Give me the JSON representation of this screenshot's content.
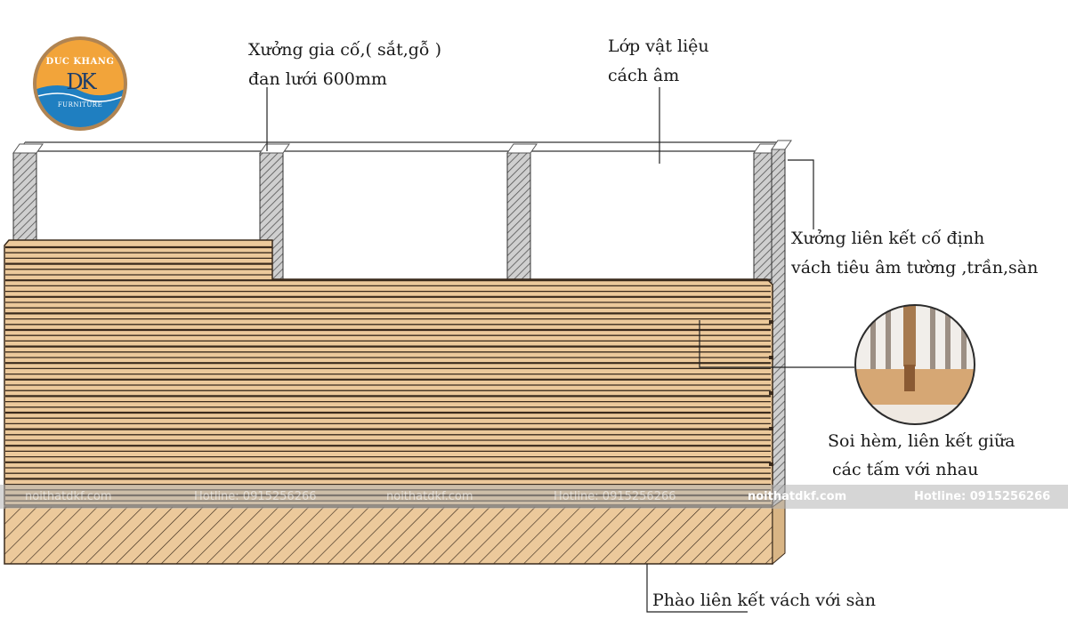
{
  "logo": {
    "name": "DUC KHANG",
    "monogram": "DK",
    "tagline": "FURNITURE"
  },
  "labels": {
    "reinforcement_frame": [
      "Xưởng gia cố,( sắt,gỗ )",
      "đan lưới 600mm"
    ],
    "sound_layer": [
      "Lớp vật liệu",
      "cách âm"
    ],
    "connecting_frame": [
      "Xưởng liên kết cố định",
      "vách tiêu âm tường ,trần,sàn"
    ],
    "tongue_groove": [
      "Soi hèm, liên kết giữa",
      "các tấm với nhau"
    ],
    "skirting": [
      "Phào liên kết vách với sàn"
    ]
  },
  "watermark": [
    {
      "text": "noithatdkf.com"
    },
    {
      "text": "Hotline: 0915256266"
    },
    {
      "text": "noithatdkf.com"
    },
    {
      "text": "Hotline: 0915256266"
    },
    {
      "text": "noithatdkf.com"
    },
    {
      "text": "Hotline: 0915256266"
    }
  ],
  "colors": {
    "wood_light": "#ecc99b",
    "wood_dark": "#3a2a1c",
    "stud_fill": "#9a9a9a",
    "watermark_band": "#b5b5b5",
    "logo_orange": "#f2a43a",
    "logo_blue": "#1f7fc1",
    "logo_ring": "#b08452"
  }
}
